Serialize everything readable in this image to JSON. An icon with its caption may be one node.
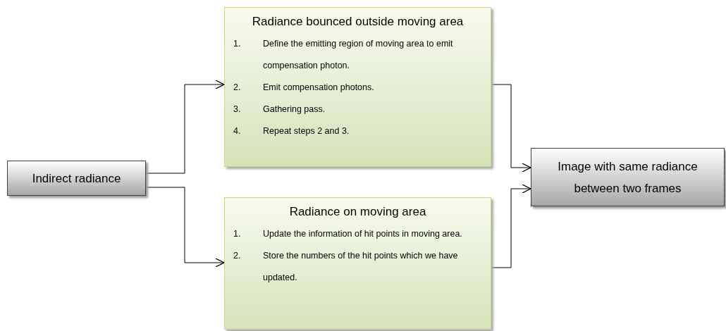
{
  "diagram": {
    "nodes": [
      {
        "text": [
          "Indirect radiance"
        ]
      },
      {
        "text": [
          "Radiance bounced outside moving area",
          "1.",
          "Define the emitting region of moving area to emit compensation photon.",
          "2.",
          "Emit compensation photons.",
          "3.",
          "Gathering pass.",
          "4.",
          "Repeat steps 2 and 3."
        ]
      },
      {
        "text": [
          "Radiance on moving area",
          "1.",
          "Update the information of hit points in moving area.",
          "2.",
          "Store the numbers of the hit points which we have updated."
        ]
      },
      {
        "text": [
          "Image with same radiance between two frames"
        ]
      }
    ],
    "edges": [
      {
        "from": 0,
        "to": 1,
        "arrow": "to"
      },
      {
        "from": 0,
        "to": 2,
        "arrow": "to"
      },
      {
        "from": 1,
        "to": 3,
        "arrow": "to"
      },
      {
        "from": 2,
        "to": 3,
        "arrow": "to"
      }
    ]
  }
}
